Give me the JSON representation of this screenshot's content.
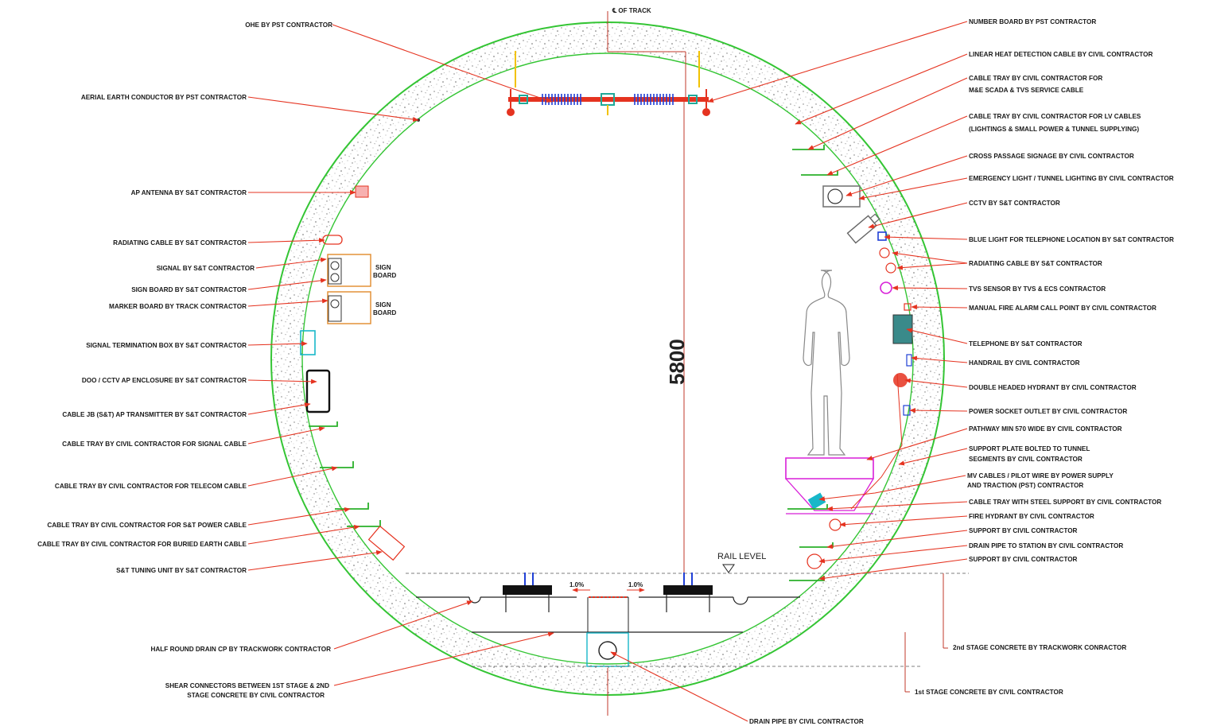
{
  "track_centerline_label": "℄ OF TRACK",
  "dimension_5800": "5800",
  "rail_level": "RAIL LEVEL",
  "slope_left": "1.0%",
  "slope_right": "1.0%",
  "sign_board_1": [
    "SIGN",
    "BOARD"
  ],
  "sign_board_2": [
    "SIGN",
    "BOARD"
  ],
  "left_labels": [
    "OHE BY PST CONTRACTOR",
    "AERIAL EARTH CONDUCTOR BY PST CONTRACTOR",
    "AP ANTENNA BY S&T CONTRACTOR",
    "RADIATING CABLE BY S&T CONTRACTOR",
    "SIGNAL BY S&T CONTRACTOR",
    "SIGN BOARD BY S&T CONTRACTOR",
    "MARKER BOARD BY TRACK CONTRACTOR",
    "SIGNAL TERMINATION BOX BY S&T CONTRACTOR",
    "DOO / CCTV AP ENCLOSURE BY S&T CONTRACTOR",
    "CABLE JB (S&T) AP TRANSMITTER BY S&T CONTRACTOR",
    "CABLE TRAY BY CIVIL CONTRACTOR FOR SIGNAL CABLE",
    "CABLE TRAY BY CIVIL CONTRACTOR FOR TELECOM CABLE",
    "CABLE TRAY BY CIVIL CONTRACTOR FOR S&T POWER CABLE",
    "CABLE TRAY BY CIVIL CONTRACTOR FOR BURIED EARTH CABLE",
    "S&T TUNING UNIT BY S&T CONTRACTOR"
  ],
  "right_labels": [
    [
      "NUMBER BOARD BY PST CONTRACTOR"
    ],
    [
      "LINEAR HEAT DETECTION CABLE BY CIVIL CONTRACTOR"
    ],
    [
      "CABLE TRAY BY CIVIL CONTRACTOR FOR",
      "M&E SCADA & TVS SERVICE CABLE"
    ],
    [
      "CABLE TRAY BY CIVIL CONTRACTOR FOR LV CABLES",
      "(LIGHTINGS & SMALL POWER & TUNNEL SUPPLYING)"
    ],
    [
      "CROSS PASSAGE SIGNAGE BY CIVIL CONTRACTOR"
    ],
    [
      "EMERGENCY LIGHT / TUNNEL LIGHTING BY CIVIL CONTRACTOR"
    ],
    [
      "CCTV BY S&T CONTRACTOR"
    ],
    [
      "BLUE LIGHT FOR TELEPHONE LOCATION BY S&T CONTRACTOR"
    ],
    [
      "RADIATING CABLE BY S&T CONTRACTOR"
    ],
    [
      "TVS SENSOR BY TVS & ECS CONTRACTOR"
    ],
    [
      "MANUAL FIRE ALARM CALL POINT BY CIVIL CONTRACTOR"
    ],
    [
      "TELEPHONE BY S&T CONTRACTOR"
    ],
    [
      "HANDRAIL BY CIVIL CONTRACTOR"
    ],
    [
      "DOUBLE HEADED HYDRANT BY CIVIL CONTRACTOR"
    ],
    [
      "POWER SOCKET OUTLET BY CIVIL CONTRACTOR"
    ],
    [
      "PATHWAY MIN 570 WIDE BY CIVIL CONTRACTOR"
    ],
    [
      "SUPPORT PLATE BOLTED TO TUNNEL",
      "SEGMENTS BY CIVIL CONTRACTOR"
    ],
    [
      "MV CABLES / PILOT WIRE BY POWER SUPPLY",
      "AND TRACTION (PST) CONTRACTOR"
    ],
    [
      "CABLE TRAY WITH STEEL SUPPORT BY CIVIL CONTRACTOR"
    ],
    [
      "FIRE HYDRANT BY CIVIL CONTRACTOR"
    ],
    [
      "SUPPORT BY CIVIL CONTRACTOR"
    ],
    [
      "DRAIN PIPE TO STATION BY CIVIL CONTRACTOR"
    ],
    [
      "SUPPORT BY CIVIL CONTRACTOR"
    ]
  ],
  "bottom_labels": {
    "half_round_drain": "HALF ROUND DRAIN CP BY TRACKWORK CONTRACTOR",
    "shear_connectors": [
      "SHEAR CONNECTORS BETWEEN 1ST STAGE & 2ND",
      "STAGE CONCRETE BY CIVIL CONTRACTOR"
    ],
    "drain_pipe": "DRAIN PIPE BY CIVIL CONTRACTOR",
    "second_stage": "2nd STAGE CONCRETE BY TRACKWORK CONRACTOR",
    "first_stage": "1st STAGE CONCRETE BY CIVIL CONTRACTOR"
  },
  "colors": {
    "ring_outline": "#34c534",
    "leader": "#e53320",
    "ohe": "#e53320",
    "insulator": "#1f3fd6",
    "tray": "#2ab12a",
    "walkway": "#d81fd8",
    "signal_box": "#e08a2a"
  }
}
